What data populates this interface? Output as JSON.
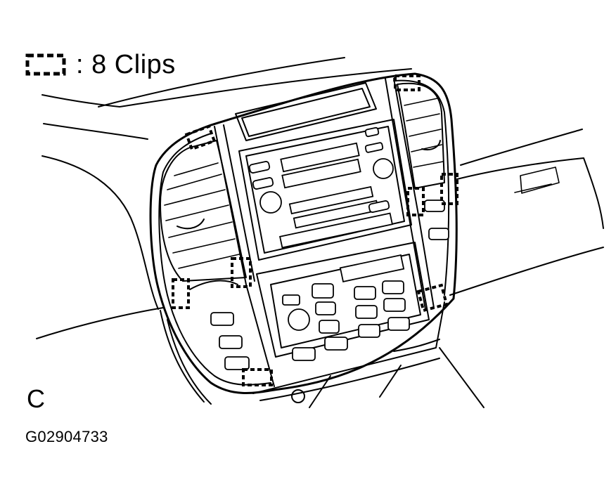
{
  "legend": {
    "icon": "dashed-clip-box-icon",
    "text": ": 8 Clips"
  },
  "view_letter": "C",
  "figure_code": "G02904733"
}
